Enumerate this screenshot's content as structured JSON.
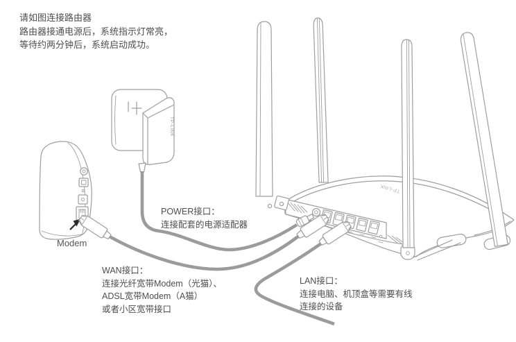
{
  "intro": {
    "line1": "请如图连接路由器",
    "line2": "路由器接通电源后，系统指示灯常亮，",
    "line3": "等待约两分钟后，系统启动成功。"
  },
  "callouts": {
    "power": {
      "title": "POWER接口：",
      "line1": "连接配套的电源适配器"
    },
    "wan": {
      "title": "WAN接口：",
      "line1": "连接光纤宽带Modem（光猫）、",
      "line2": "ADSL宽带Modem（A猫）",
      "line3": "或者小区宽带接口"
    },
    "lan": {
      "title": "LAN接口：",
      "line1": "连接电脑、机顶盒等需要有线",
      "line2": "连接的设备"
    }
  },
  "devices": {
    "modem_caption": "Modem",
    "adapter_brand": "TP-LINK",
    "router_brand": "TP-LINK"
  },
  "colors": {
    "outline": "#9d9d9d",
    "cable": "#9b9b9b",
    "text": "#4d4d4d",
    "arrow": "#2b2b2b"
  }
}
